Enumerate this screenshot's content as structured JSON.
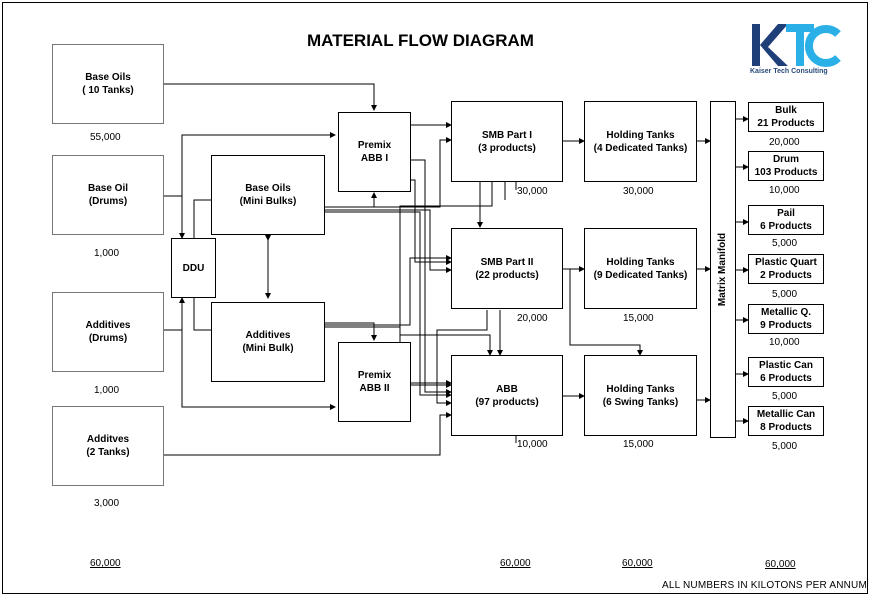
{
  "title": "MATERIAL FLOW DIAGRAM",
  "logo": {
    "letters": "KTC",
    "tagline": "Kaiser Tech Consulting",
    "colors": {
      "k": "#1f3f78",
      "tc": "#2ab0e6"
    }
  },
  "sources": [
    {
      "l1": "Base Oils",
      "l2": "( 10 Tanks)",
      "qty": "55,000"
    },
    {
      "l1": "Base Oil",
      "l2": "(Drums)",
      "qty": "1,000"
    },
    {
      "l1": "Additives",
      "l2": "(Drums)",
      "qty": "1,000"
    },
    {
      "l1": "Additves",
      "l2": "(2 Tanks)",
      "qty": "3,000"
    }
  ],
  "ddu": "DDU",
  "mini": [
    {
      "l1": "Base Oils",
      "l2": "(Mini Bulks)"
    },
    {
      "l1": "Additives",
      "l2": "(Mini Bulk)"
    }
  ],
  "premix": [
    {
      "l1": "Premix",
      "l2": "ABB I"
    },
    {
      "l1": "Premix",
      "l2": "ABB II"
    }
  ],
  "blending": [
    {
      "l1": "SMB Part I",
      "l2": "(3 products)",
      "qty": "30,000"
    },
    {
      "l1": "SMB Part II",
      "l2": "(22 products)",
      "qty": "20,000"
    },
    {
      "l1": "ABB",
      "l2": "(97 products)",
      "qty": "10,000"
    }
  ],
  "holding": [
    {
      "l1": "Holding Tanks",
      "l2": "(4 Dedicated Tanks)",
      "qty": "30,000"
    },
    {
      "l1": "Holding Tanks",
      "l2": "(9 Dedicated Tanks)",
      "qty": "15,000"
    },
    {
      "l1": "Holding Tanks",
      "l2": "(6 Swing Tanks)",
      "qty": "15,000"
    }
  ],
  "manifold": "Matrix Manifold",
  "outputs": [
    {
      "l1": "Bulk",
      "l2": "21 Products",
      "qty": "20,000"
    },
    {
      "l1": "Drum",
      "l2": "103 Products",
      "qty": "10,000"
    },
    {
      "l1": "Pail",
      "l2": "6 Products",
      "qty": "5,000"
    },
    {
      "l1": "Plastic Quart",
      "l2": "2 Products",
      "qty": "5,000"
    },
    {
      "l1": "Metallic Q.",
      "l2": "9 Products",
      "qty": "10,000"
    },
    {
      "l1": "Plastic Can",
      "l2": "6 Products",
      "qty": "5,000"
    },
    {
      "l1": "Metallic Can",
      "l2": "8 Products",
      "qty": "5,000"
    }
  ],
  "totals": [
    "60,000",
    "60,000",
    "60,000",
    "60,000"
  ],
  "footer": "ALL NUMBERS IN KILOTONS PER ANNUM"
}
